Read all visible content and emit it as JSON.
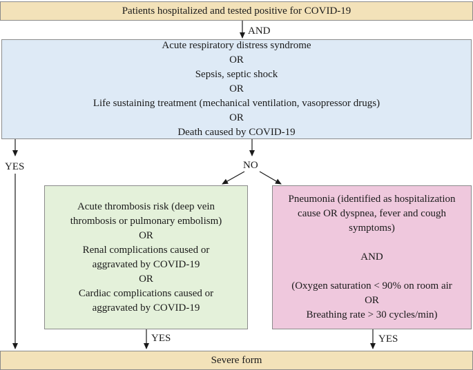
{
  "top": {
    "text": "Patients hospitalized and tested positive for COVID-19"
  },
  "and_label": "AND",
  "criteria": {
    "lines": [
      "Acute respiratory distress syndrome",
      "OR",
      "Sepsis, septic shock",
      "OR",
      "Life sustaining treatment (mechanical ventilation, vasopressor drugs)",
      "OR",
      "Death caused by COVID-19"
    ]
  },
  "yes_left": "YES",
  "no_label": "NO",
  "green": {
    "lines": [
      "Acute thrombosis risk (deep vein",
      "thrombosis or pulmonary embolism)",
      "OR",
      "Renal complications caused or",
      "aggravated by COVID-19",
      "OR",
      "Cardiac complications caused or",
      "aggravated by COVID-19"
    ]
  },
  "pink": {
    "lines_a": [
      "Pneumonia (identified as hospitalization",
      "cause OR dyspnea, fever and cough",
      "symptoms)"
    ],
    "and": "AND",
    "lines_b": [
      "(Oxygen saturation < 90% on room air",
      "OR",
      "Breathing rate > 30 cycles/min)"
    ]
  },
  "yes_green": "YES",
  "yes_pink": "YES",
  "bottom": {
    "text": "Severe form"
  }
}
